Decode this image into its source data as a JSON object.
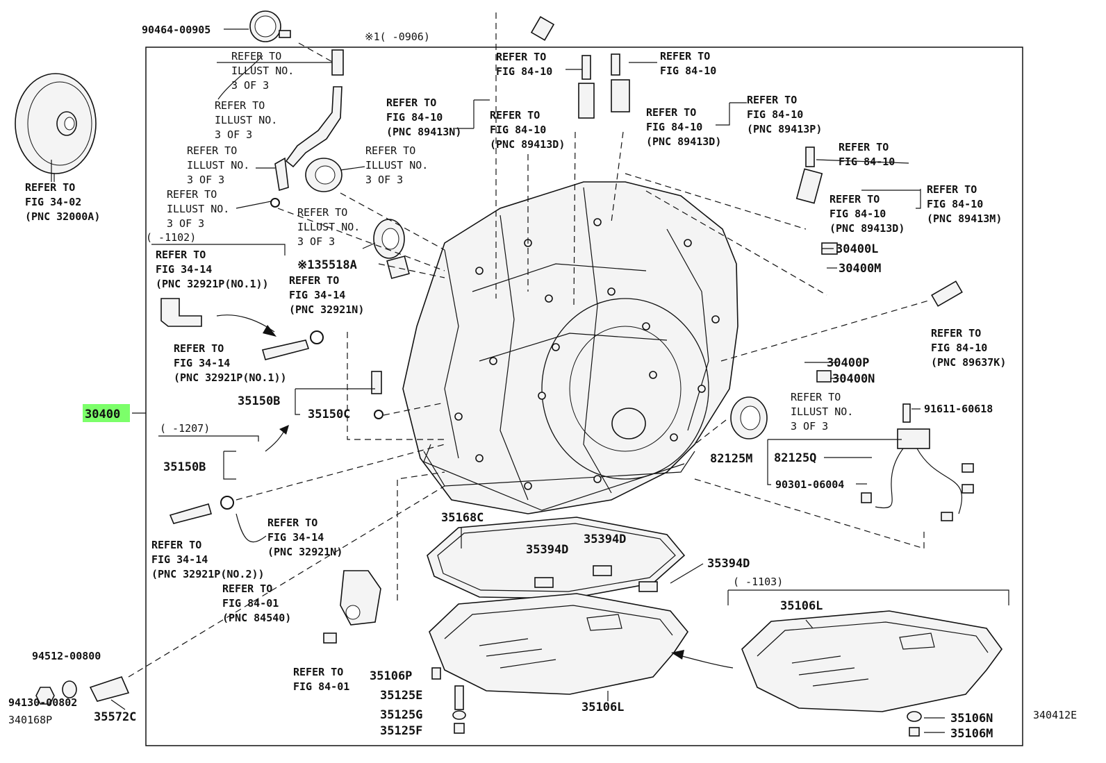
{
  "diagram": {
    "highlight_part": "30400",
    "bottom_left_code": "340168P",
    "bottom_right_code": "340412E",
    "date_range_top": "※1(      -0906)",
    "date_range_1": "(     -1102)",
    "date_range_2": "(     -1207)",
    "date_range_3": "(     -1103)"
  },
  "refer_blocks": [
    {
      "id": "b1",
      "lines": [
        "REFER TO",
        "FIG 34-02",
        "(PNC 32000A)"
      ],
      "bold": true
    },
    {
      "id": "b2",
      "lines": [
        "REFER TO",
        "ILLUST NO.",
        "3 OF 3"
      ],
      "bold": false
    },
    {
      "id": "b3",
      "lines": [
        "REFER TO",
        "ILLUST NO.",
        "3 OF 3"
      ],
      "bold": false
    },
    {
      "id": "b4",
      "lines": [
        "REFER TO",
        "ILLUST NO.",
        "3 OF 3"
      ],
      "bold": false
    },
    {
      "id": "b5",
      "lines": [
        "REFER TO",
        "ILLUST NO.",
        "3 OF 3"
      ],
      "bold": false
    },
    {
      "id": "b6",
      "lines": [
        "REFER TO",
        "ILLUST NO.",
        "3 OF 3"
      ],
      "bold": false
    },
    {
      "id": "b7",
      "lines": [
        "REFER TO",
        "ILLUST NO.",
        "3 OF 3"
      ],
      "bold": false
    },
    {
      "id": "b8",
      "lines": [
        "REFER TO",
        "ILLUST NO.",
        "3 OF 3"
      ],
      "bold": false
    },
    {
      "id": "b9",
      "lines": [
        "REFER TO",
        "FIG 84-10"
      ],
      "bold": true
    },
    {
      "id": "b10",
      "lines": [
        "REFER TO",
        "FIG 84-10"
      ],
      "bold": true
    },
    {
      "id": "b11",
      "lines": [
        "REFER TO",
        "FIG 84-10",
        "(PNC 89413N)"
      ],
      "bold": true
    },
    {
      "id": "b12",
      "lines": [
        "REFER TO",
        "FIG 84-10",
        "(PNC 89413D)"
      ],
      "bold": true
    },
    {
      "id": "b13",
      "lines": [
        "REFER TO",
        "FIG 84-10",
        "(PNC 89413D)"
      ],
      "bold": true
    },
    {
      "id": "b14",
      "lines": [
        "REFER TO",
        "FIG 84-10",
        "(PNC 89413P)"
      ],
      "bold": true
    },
    {
      "id": "b15",
      "lines": [
        "REFER TO",
        "FIG 84-10"
      ],
      "bold": true
    },
    {
      "id": "b16",
      "lines": [
        "REFER TO",
        "FIG 84-10",
        "(PNC 89413D)"
      ],
      "bold": true
    },
    {
      "id": "b17",
      "lines": [
        "REFER TO",
        "FIG 84-10",
        "(PNC 89413M)"
      ],
      "bold": true
    },
    {
      "id": "b18",
      "lines": [
        "REFER TO",
        "FIG 84-10",
        "(PNC 89637K)"
      ],
      "bold": true
    },
    {
      "id": "b19",
      "lines": [
        "REFER TO",
        "FIG 34-14",
        "(PNC 32921P(NO.1))"
      ],
      "bold": true
    },
    {
      "id": "b20",
      "lines": [
        "REFER TO",
        "FIG 34-14",
        "(PNC 32921N)"
      ],
      "bold": true
    },
    {
      "id": "b21",
      "lines": [
        "REFER TO",
        "FIG 34-14",
        "(PNC 32921P(NO.1))"
      ],
      "bold": true
    },
    {
      "id": "b22",
      "lines": [
        "REFER TO",
        "FIG 34-14",
        "(PNC 32921N)"
      ],
      "bold": true
    },
    {
      "id": "b23",
      "lines": [
        "REFER TO",
        "FIG 34-14",
        "(PNC 32921P(NO.2))"
      ],
      "bold": true
    },
    {
      "id": "b24",
      "lines": [
        "REFER TO",
        "FIG 84-01",
        "(PNC 84540)"
      ],
      "bold": true
    },
    {
      "id": "b25",
      "lines": [
        "REFER TO",
        "FIG 84-01"
      ],
      "bold": true
    }
  ],
  "part_numbers": [
    {
      "id": "p1",
      "text": "90464-00905"
    },
    {
      "id": "p2",
      "text": "※135518A"
    },
    {
      "id": "p3",
      "text": "30400L"
    },
    {
      "id": "p4",
      "text": "30400M"
    },
    {
      "id": "p5",
      "text": "30400P"
    },
    {
      "id": "p6",
      "text": "30400N"
    },
    {
      "id": "p7",
      "text": "91611-60618"
    },
    {
      "id": "p8",
      "text": "82125M"
    },
    {
      "id": "p9",
      "text": "82125Q"
    },
    {
      "id": "p10",
      "text": "90301-06004"
    },
    {
      "id": "p11",
      "text": "35150B"
    },
    {
      "id": "p12",
      "text": "35150C"
    },
    {
      "id": "p13",
      "text": "35150B"
    },
    {
      "id": "p14",
      "text": "35168C"
    },
    {
      "id": "p15",
      "text": "35394D"
    },
    {
      "id": "p16",
      "text": "35394D"
    },
    {
      "id": "p17",
      "text": "35394D"
    },
    {
      "id": "p18",
      "text": "35106L"
    },
    {
      "id": "p19",
      "text": "35106L"
    },
    {
      "id": "p20",
      "text": "35106P"
    },
    {
      "id": "p21",
      "text": "35125E"
    },
    {
      "id": "p22",
      "text": "35125G"
    },
    {
      "id": "p23",
      "text": "35125F"
    },
    {
      "id": "p24",
      "text": "35106N"
    },
    {
      "id": "p25",
      "text": "35106M"
    },
    {
      "id": "p26",
      "text": "94512-00800"
    },
    {
      "id": "p27",
      "text": "94130-00802"
    },
    {
      "id": "p28",
      "text": "35572C"
    }
  ]
}
